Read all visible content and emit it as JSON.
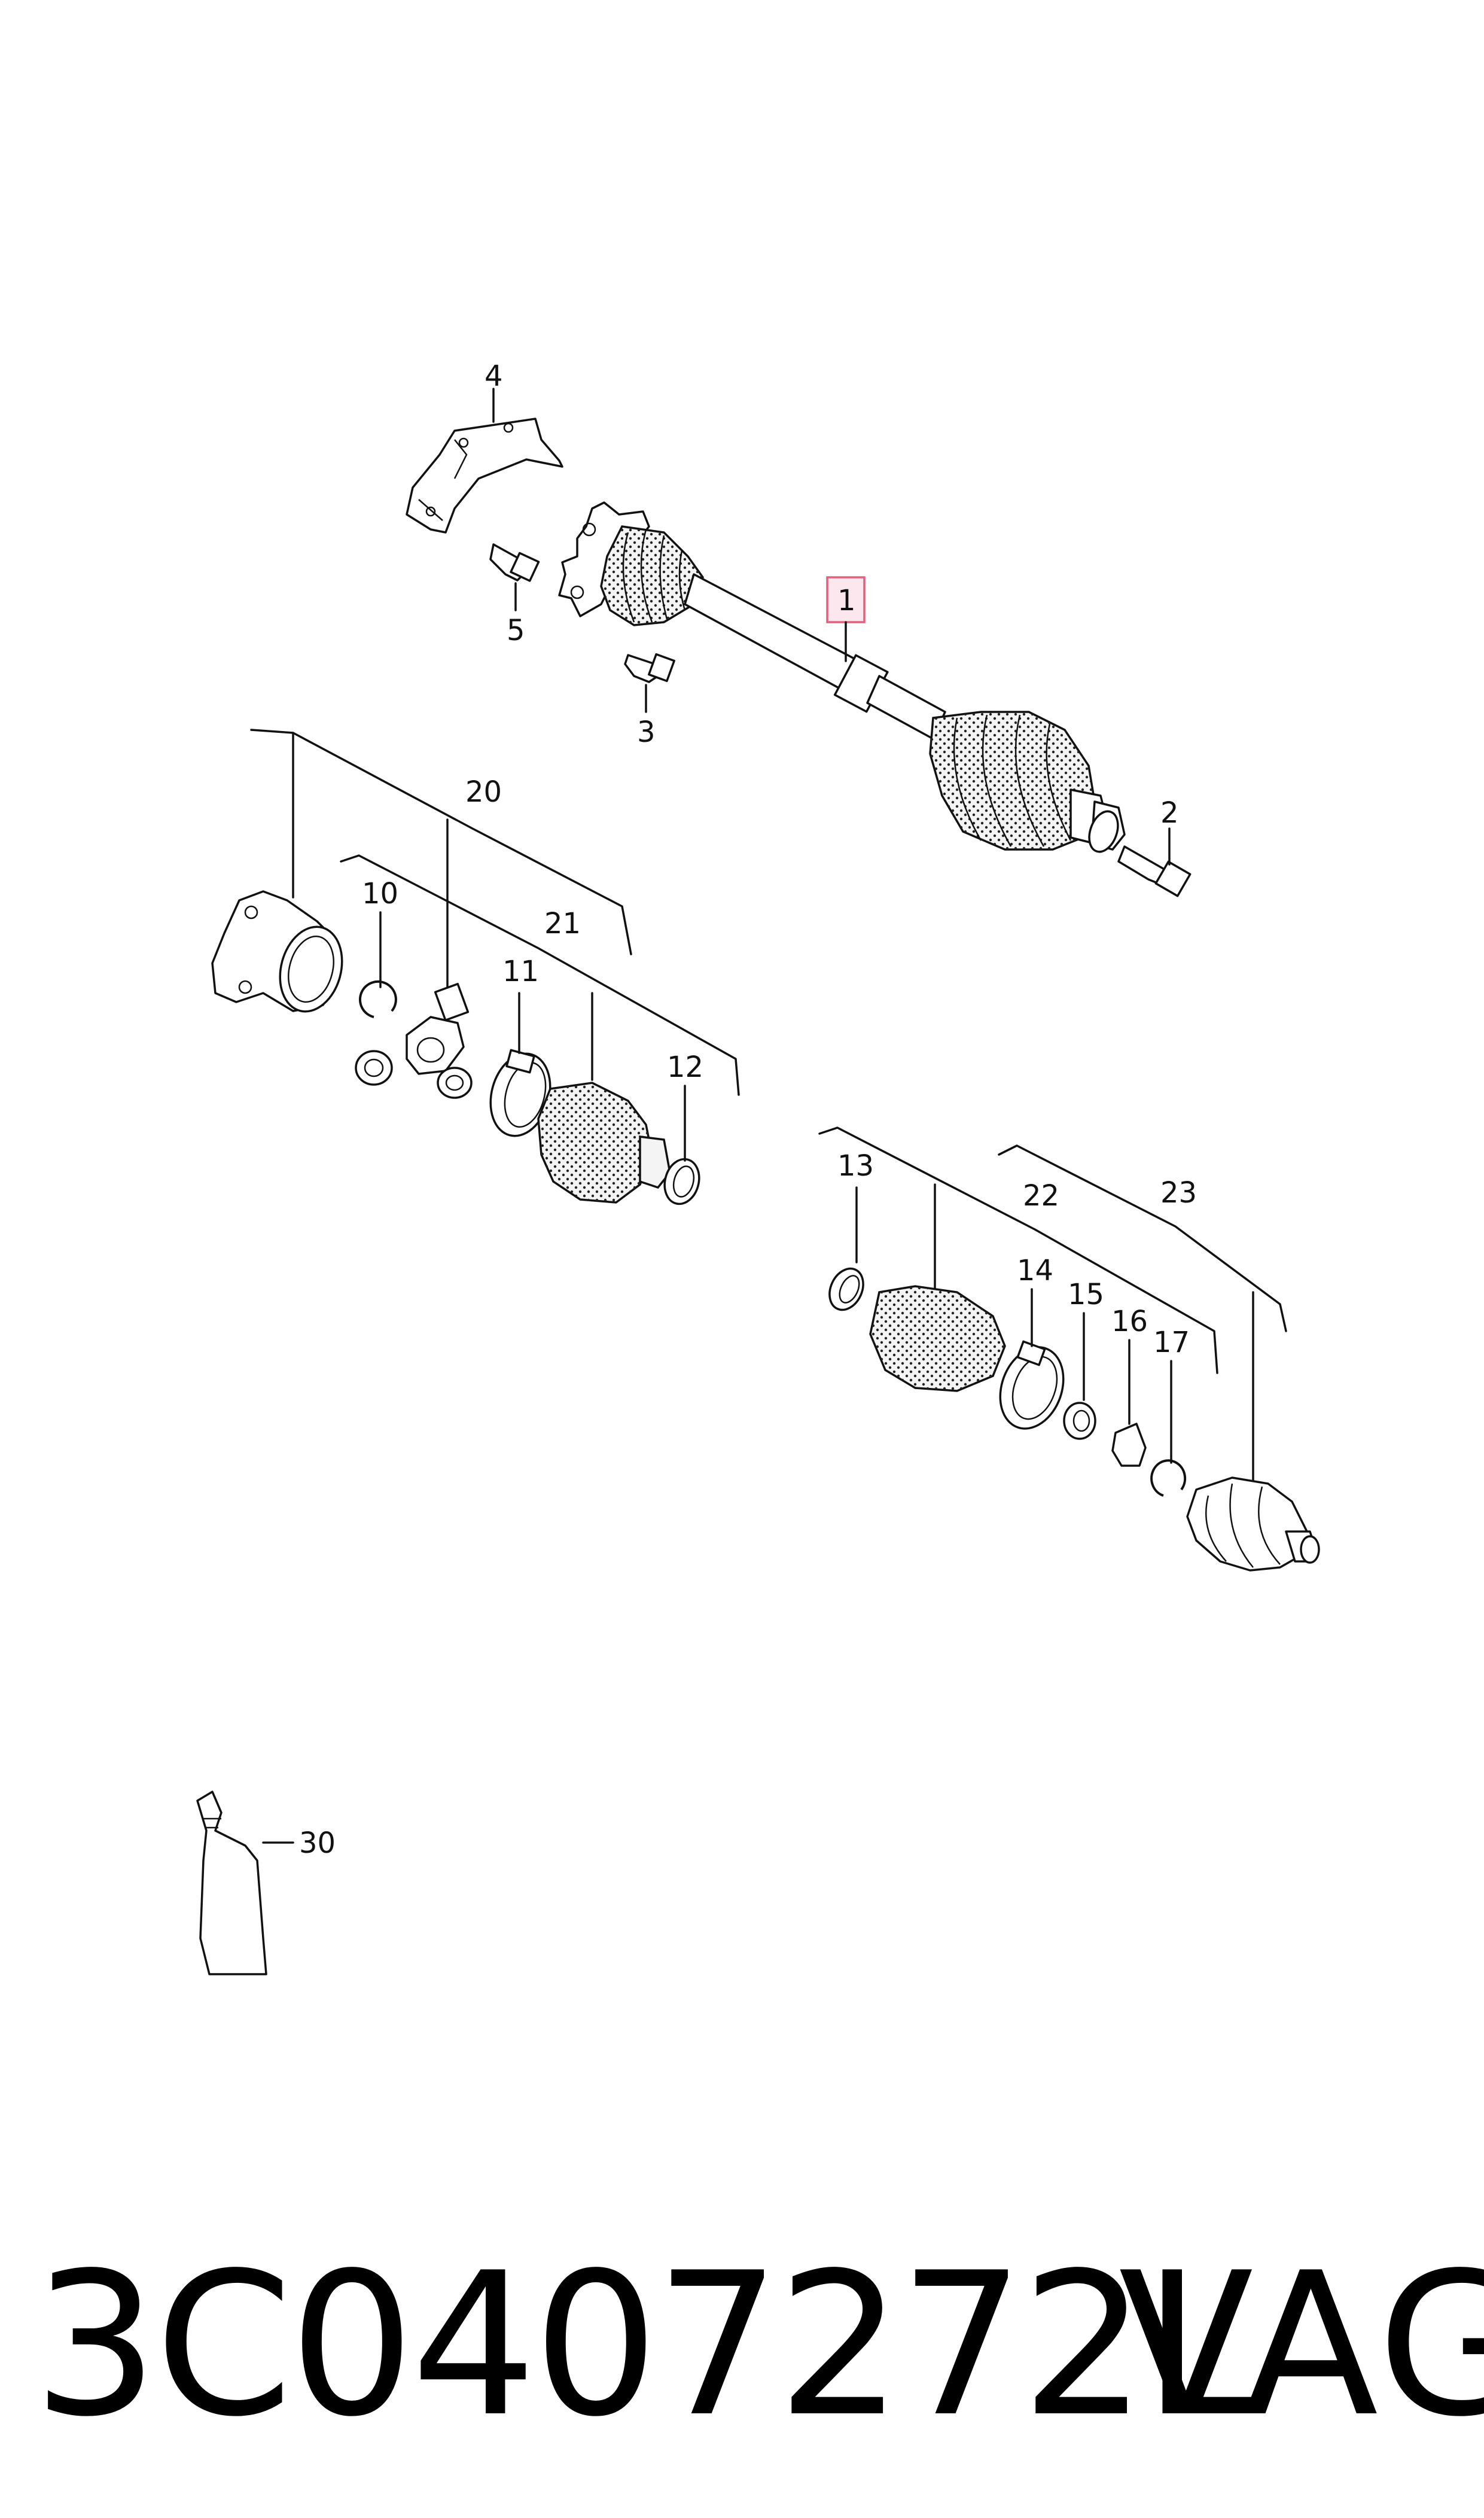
{
  "labels": {
    "l1": "1",
    "l2": "2",
    "l3": "3",
    "l4": "4",
    "l5": "5",
    "l10": "10",
    "l11": "11",
    "l12": "12",
    "l13": "13",
    "l14": "14",
    "l15": "15",
    "l16": "16",
    "l17": "17",
    "l20": "20",
    "l21": "21",
    "l22": "22",
    "l23": "23",
    "l30": "30"
  },
  "footer": {
    "part_number": "3C0407272L",
    "brand": "VAG"
  },
  "colors": {
    "line": "#111111",
    "highlight_fill": "#fde7ee",
    "highlight_stroke": "#e0607e"
  }
}
